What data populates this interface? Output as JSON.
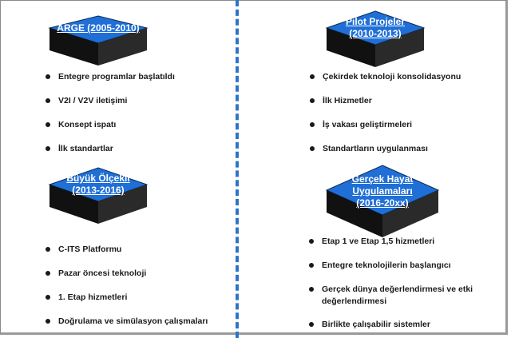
{
  "sections": [
    {
      "id": "arge",
      "title_lines": [
        "ARGE (2005-2010)"
      ],
      "items": [
        "Entegre programlar başlatıldı",
        "V2I / V2V iletişimi",
        "Konsept ispatı",
        "İlk standartlar"
      ]
    },
    {
      "id": "pilot",
      "title_lines": [
        "Pilot Projeler",
        "(2010-2013)"
      ],
      "items": [
        "Çekirdek teknoloji konsolidasyonu",
        "İlk Hizmetler",
        "İş vakası geliştirmeleri",
        "Standartların uygulanması"
      ]
    },
    {
      "id": "buyuk",
      "title_lines": [
        "Büyük Ölçekli",
        "(2013-2016)"
      ],
      "items": [
        "C-ITS Platformu",
        "Pazar öncesi teknoloji",
        "1.  Etap hizmetleri",
        "Doğrulama ve simülasyon çalışmaları"
      ]
    },
    {
      "id": "gercek",
      "title_lines": [
        "Gerçek Hayat",
        "Uygulamaları",
        "(2016-20xx)"
      ],
      "items": [
        "Etap 1 ve Etap 1,5 hizmetleri",
        "Entegre teknolojilerin başlangıcı",
        "Gerçek dünya değerlendirmesi ve etki",
        "değerlendirmesi",
        "Birlikte çalışabilir sistemler"
      ]
    }
  ],
  "colors": {
    "diamond_top": "#1f6fd6",
    "diamond_left": "#111111",
    "diamond_right": "#2a2a2a",
    "divider": "#2e74c8",
    "text": "#1a1a1a"
  }
}
